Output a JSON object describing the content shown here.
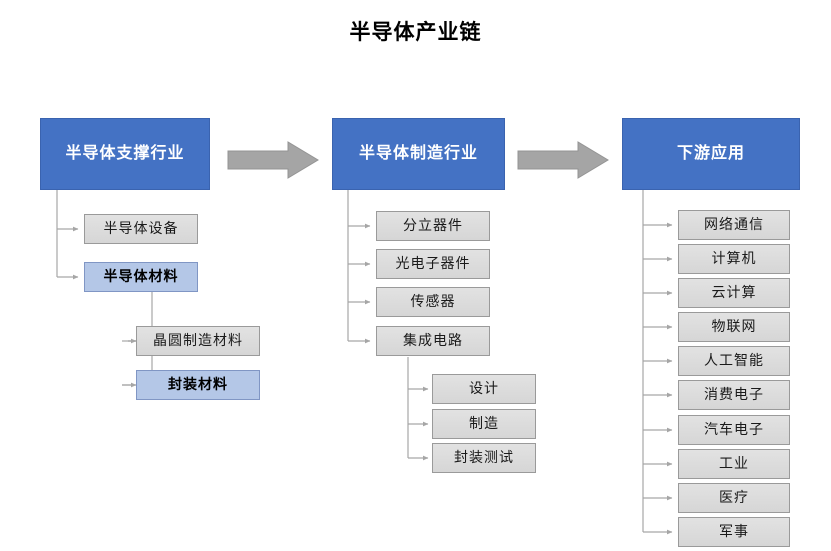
{
  "title": "半导体产业链",
  "colors": {
    "header_blue": "#4472C4",
    "highlight_blue": "#B4C7E7",
    "plain_gray": "#D9D9D9",
    "connector_gray": "#A6A6A6",
    "arrow_gray": "#A5A5A5",
    "background": "#FFFFFF"
  },
  "flow_arrows": [
    {
      "name": "arrow-support-to-manufacturing",
      "label": ""
    },
    {
      "name": "arrow-manufacturing-to-application",
      "label": ""
    }
  ],
  "columns": [
    {
      "id": "support",
      "header": "半导体支撑行业",
      "children": [
        {
          "label": "半导体设备",
          "style": "plain"
        },
        {
          "label": "半导体材料",
          "style": "highlight"
        }
      ],
      "sub_children": [
        {
          "label": "晶圆制造材料",
          "style": "plain"
        },
        {
          "label": "封装材料",
          "style": "highlight"
        }
      ]
    },
    {
      "id": "manufacturing",
      "header": "半导体制造行业",
      "children": [
        {
          "label": "分立器件",
          "style": "plain"
        },
        {
          "label": "光电子器件",
          "style": "plain"
        },
        {
          "label": "传感器",
          "style": "plain"
        },
        {
          "label": "集成电路",
          "style": "plain"
        }
      ],
      "sub_children": [
        {
          "label": "设计",
          "style": "plain"
        },
        {
          "label": "制造",
          "style": "plain"
        },
        {
          "label": "封装测试",
          "style": "plain"
        }
      ]
    },
    {
      "id": "application",
      "header": "下游应用",
      "children": [
        {
          "label": "网络通信",
          "style": "plain"
        },
        {
          "label": "计算机",
          "style": "plain"
        },
        {
          "label": "云计算",
          "style": "plain"
        },
        {
          "label": "物联网",
          "style": "plain"
        },
        {
          "label": "人工智能",
          "style": "plain"
        },
        {
          "label": "消费电子",
          "style": "plain"
        },
        {
          "label": "汽车电子",
          "style": "plain"
        },
        {
          "label": "工业",
          "style": "plain"
        },
        {
          "label": "医疗",
          "style": "plain"
        },
        {
          "label": "军事",
          "style": "plain"
        }
      ],
      "sub_children": []
    }
  ]
}
